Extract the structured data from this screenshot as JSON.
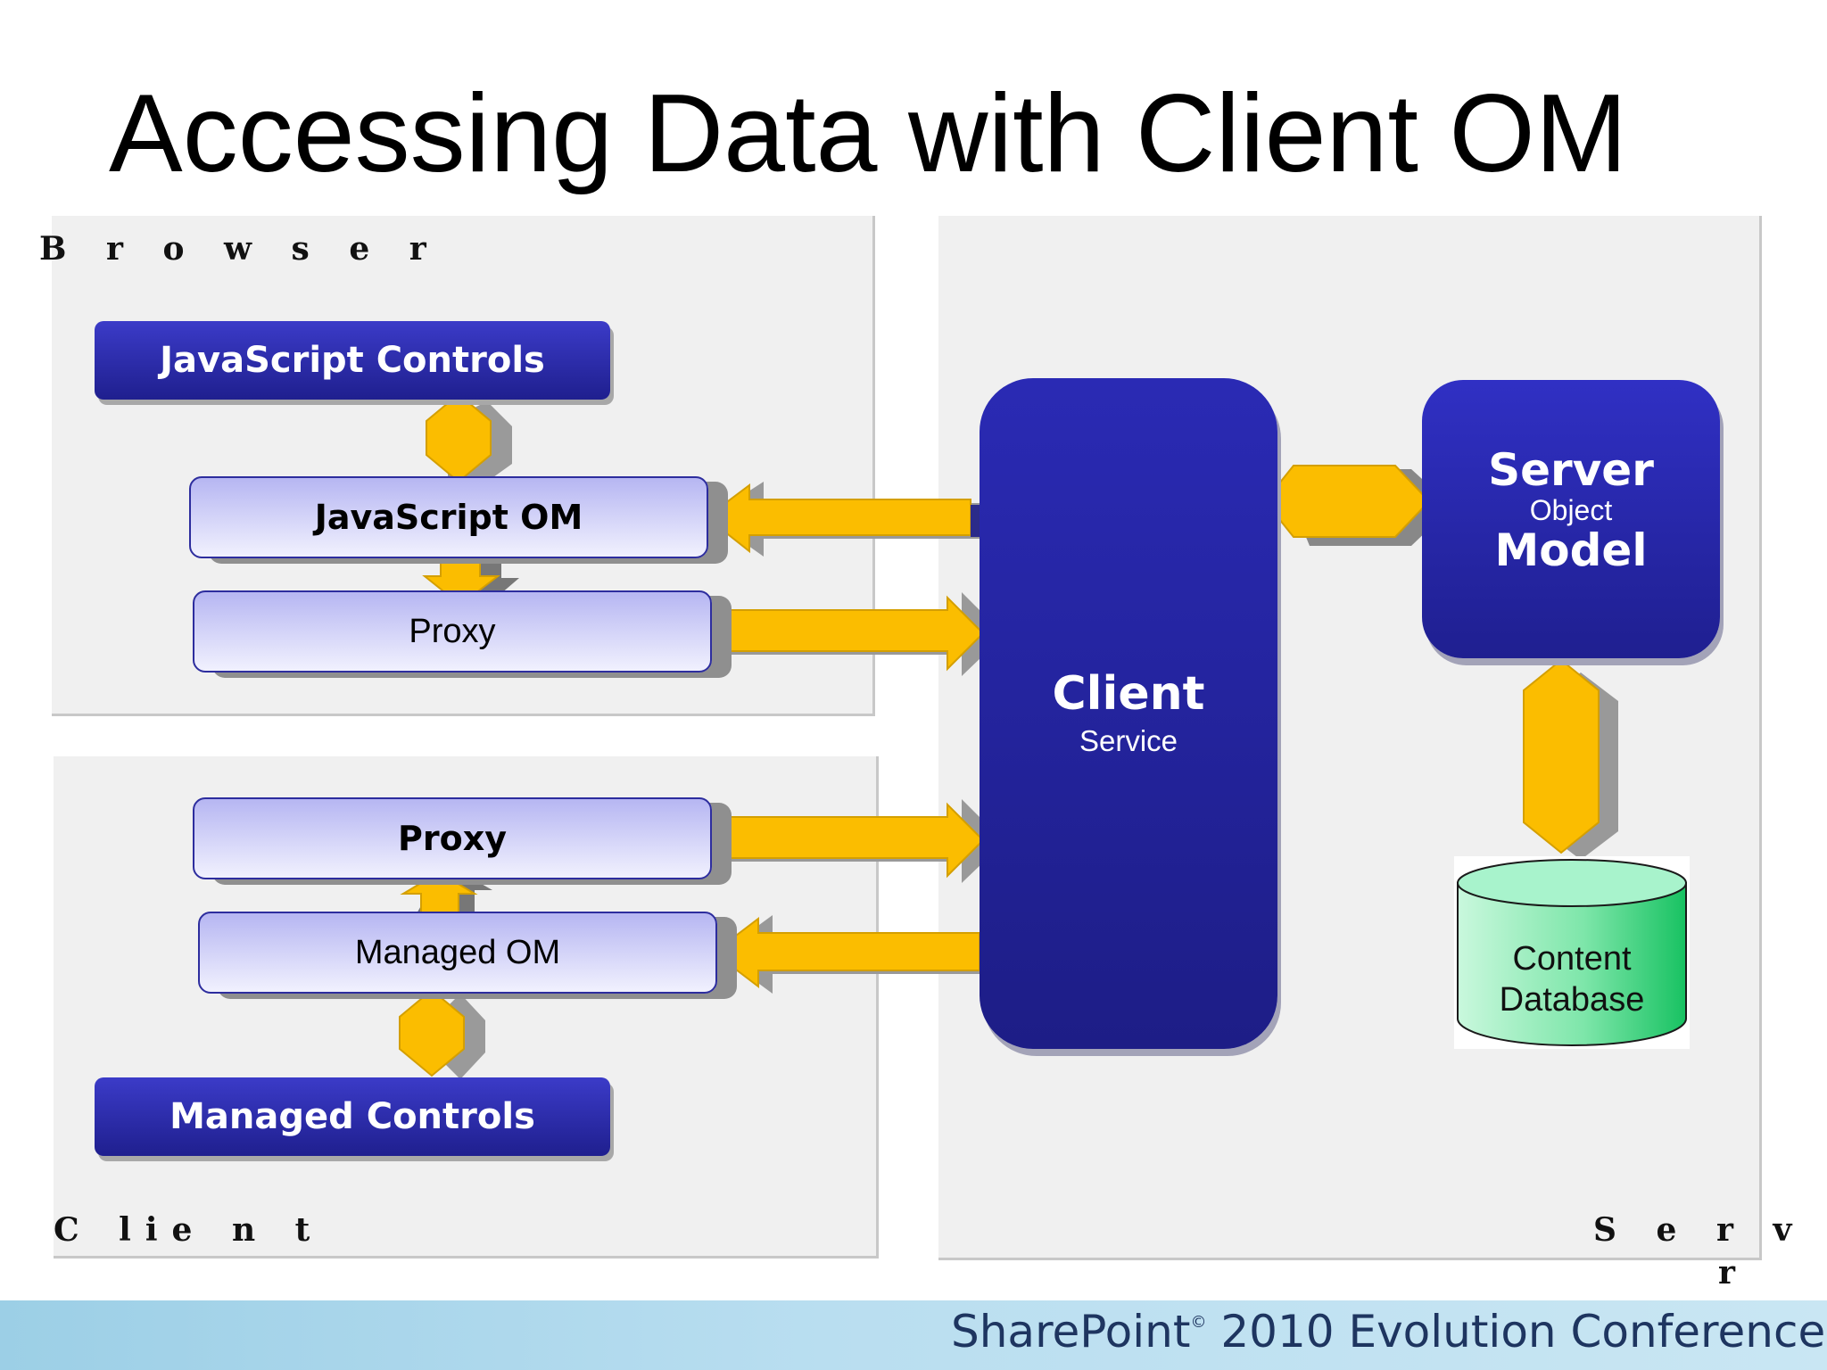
{
  "title": "Accessing Data with Client OM",
  "browser_panel": {
    "label": "B r o w s e r"
  },
  "client_panel": {
    "label": "C lie n t"
  },
  "server_panel": {
    "label_line1": "S e r v e",
    "label_line2": "r"
  },
  "browser": {
    "javascript_controls": "JavaScript Controls",
    "javascript_om": "JavaScript OM",
    "proxy": "Proxy"
  },
  "client": {
    "proxy": "Proxy",
    "managed_om": "Managed OM",
    "managed_controls": "Managed Controls"
  },
  "client_service": {
    "title": "Client",
    "subtitle": "Service"
  },
  "server_object_model": {
    "line1": "Server",
    "line2": "Object",
    "line3": "Model"
  },
  "content_database": {
    "line1": "Content",
    "line2": "Database"
  },
  "footer": {
    "brand": "SharePoint",
    "mark": "©",
    "rest": " 2010 Evolution Conference"
  },
  "colors": {
    "accent_yellow": "#fbbd00",
    "dark_blue": "#23239e",
    "db_green": "#2fd07a"
  }
}
